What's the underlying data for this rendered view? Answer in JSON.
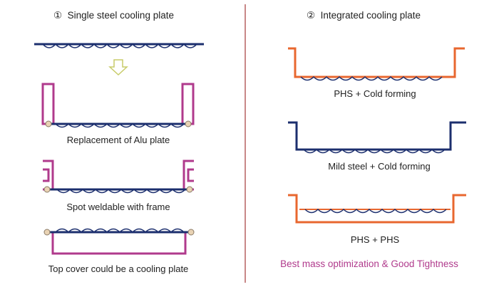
{
  "left_panel": {
    "title_number": "①",
    "title": "Single steel cooling plate",
    "captions": [
      "Replacement of Alu plate",
      "Spot weldable with frame",
      "Top cover could be a cooling plate"
    ]
  },
  "right_panel": {
    "title_number": "②",
    "title": "Integrated cooling plate",
    "captions": [
      "PHS + Cold forming",
      "Mild steel + Cold forming",
      "PHS + PHS"
    ],
    "conclusion": "Best mass optimization & Good Tightness"
  },
  "colors": {
    "navy": "#1c2f6e",
    "magenta": "#b03a8c",
    "orange": "#e8672f",
    "arrow": "#c8cc6a",
    "divider": "#a33a3a",
    "weld": "#e9d3b4"
  }
}
